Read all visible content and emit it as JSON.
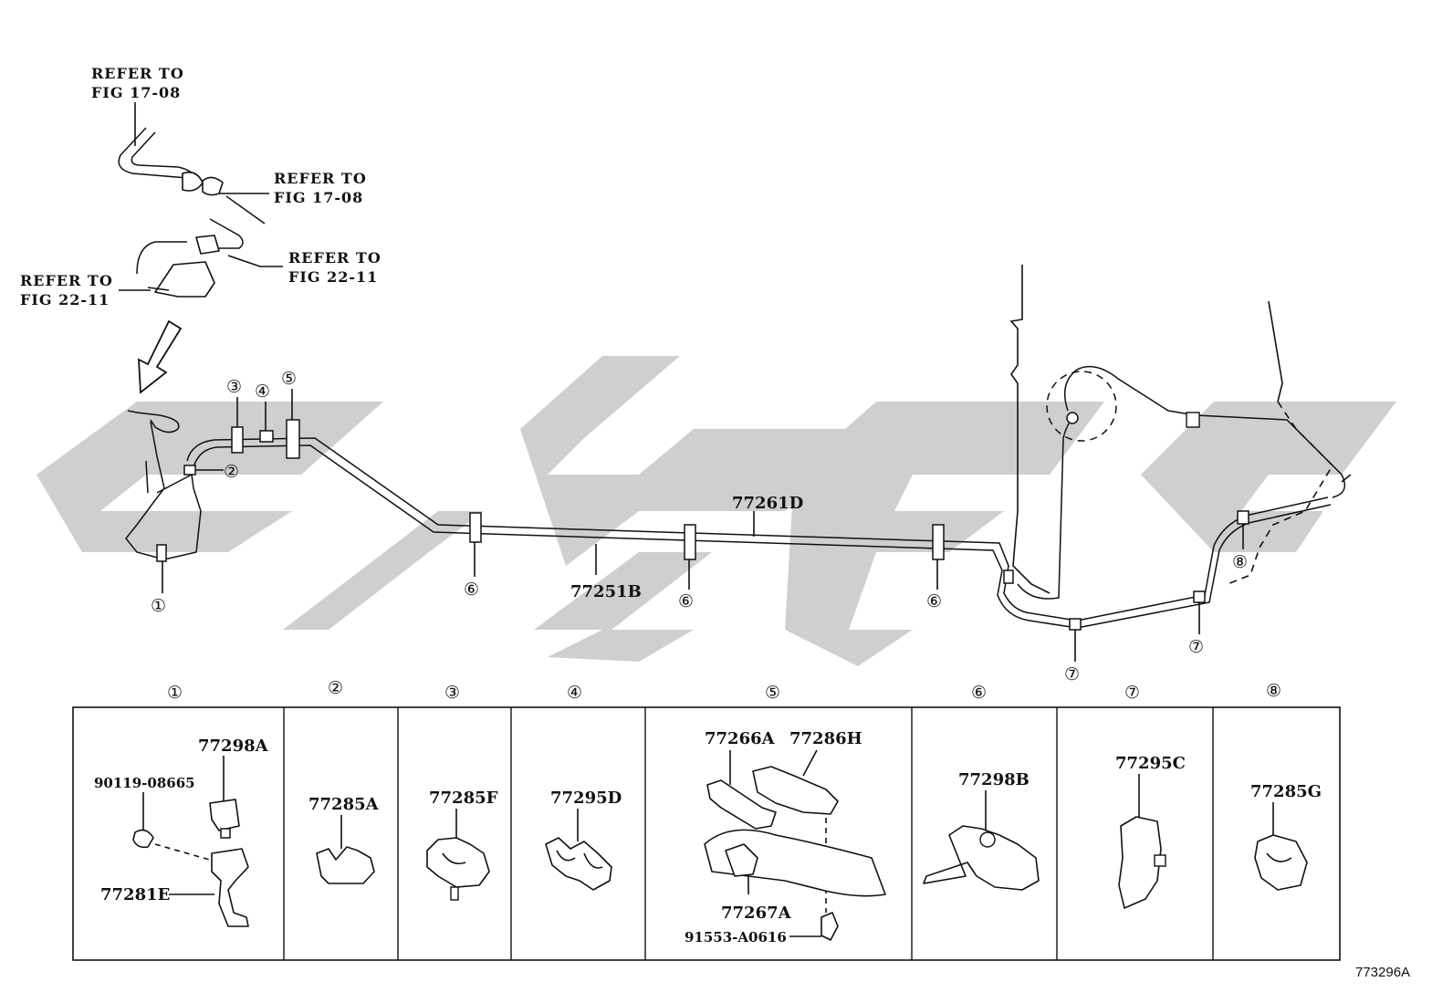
{
  "diagram_code": "773296A",
  "refers": [
    {
      "line1": "REFER TO",
      "line2": "FIG 17-08"
    },
    {
      "line1": "REFER TO",
      "line2": "FIG 17-08"
    },
    {
      "line1": "REFER TO",
      "line2": "FIG 22-11"
    },
    {
      "line1": "REFER TO",
      "line2": "FIG 22-11"
    }
  ],
  "tubes": {
    "upper": "77261D",
    "lower": "77251B"
  },
  "callouts": [
    "①",
    "②",
    "③",
    "④",
    "⑤",
    "⑥",
    "⑥",
    "⑥",
    "⑦",
    "⑦",
    "⑧"
  ],
  "panels": [
    {
      "number": "①",
      "parts": [
        "77298A",
        "90119-08665",
        "77281E"
      ]
    },
    {
      "number": "②",
      "parts": [
        "77285A"
      ]
    },
    {
      "number": "③",
      "parts": [
        "77285F"
      ]
    },
    {
      "number": "④",
      "parts": [
        "77295D"
      ]
    },
    {
      "number": "⑤",
      "parts": [
        "77266A",
        "77286H",
        "77267A",
        "91553-A0616"
      ]
    },
    {
      "number": "⑥",
      "parts": [
        "77298B"
      ]
    },
    {
      "number": "⑦",
      "parts": [
        "77295C"
      ]
    },
    {
      "number": "⑧",
      "parts": [
        "77285G"
      ]
    }
  ]
}
